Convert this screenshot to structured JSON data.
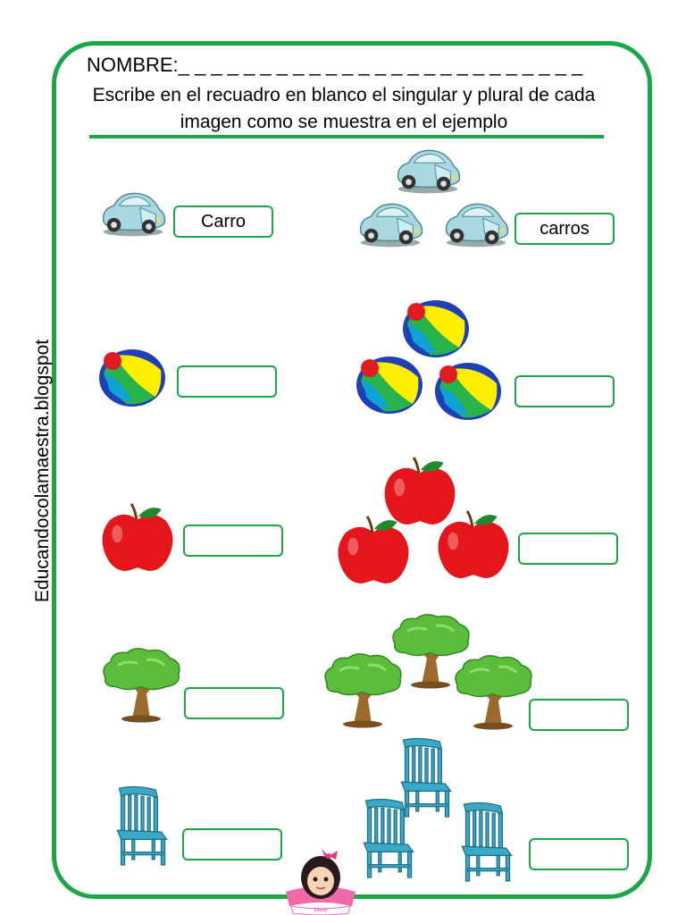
{
  "header": {
    "name_label": "NOMBRE:_ _ _ _ _ _ _ _ _ _ _ _ _ _ _ _ _ _ _ _ _ _ _ _ _",
    "instructions": "Escribe  en el recuadro en blanco el singular y plural de cada imagen como se muestra en el ejemplo"
  },
  "side_text": "Educandocolamaestra.blogspot",
  "rows": [
    {
      "item": "car-icon",
      "singular": "Carro",
      "plural": "carros"
    },
    {
      "item": "ball-icon",
      "singular": "",
      "plural": ""
    },
    {
      "item": "apple-icon",
      "singular": "",
      "plural": ""
    },
    {
      "item": "tree-icon",
      "singular": "",
      "plural": ""
    },
    {
      "item": "chair-icon",
      "singular": "",
      "plural": ""
    }
  ],
  "colors": {
    "accent": "#1aa748"
  }
}
